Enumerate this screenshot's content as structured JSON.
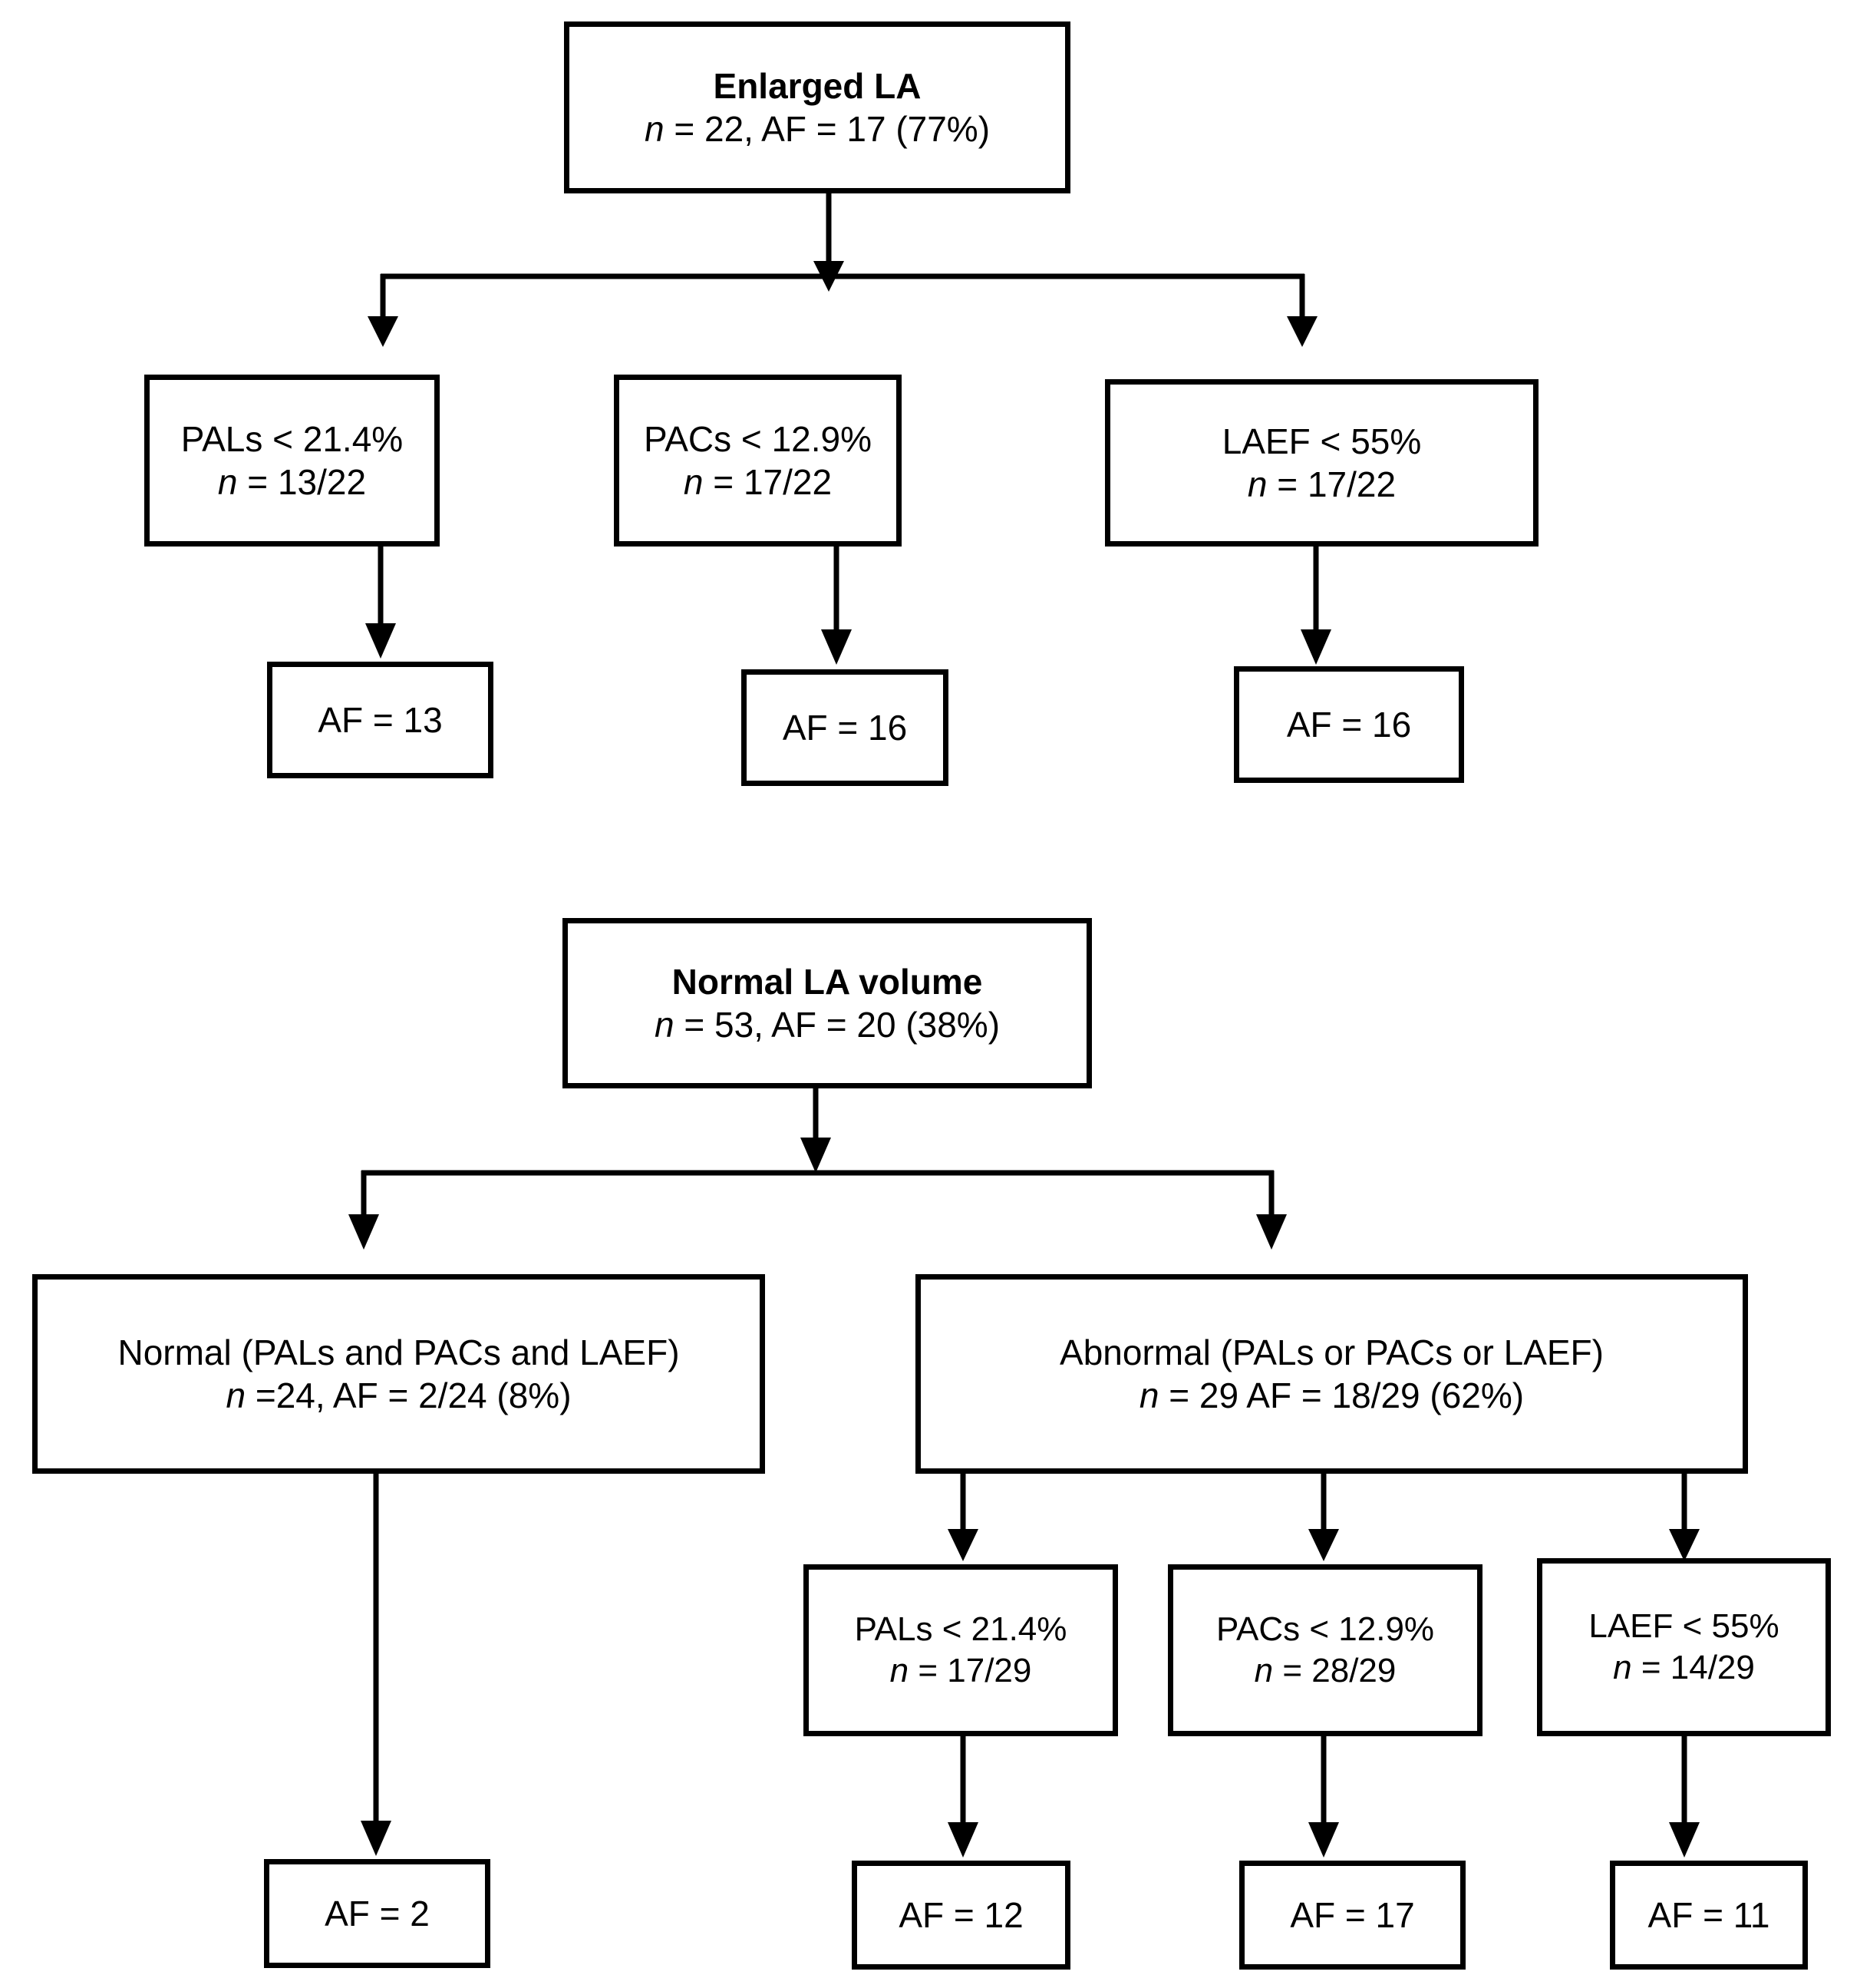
{
  "figure": {
    "type": "flowchart",
    "title": "",
    "background_color": "#ffffff",
    "line_color": "#000000",
    "text_color": "#000000"
  },
  "sections": [
    {
      "id": "enlarged-la",
      "root": {
        "name": "enlarged-la-root",
        "line1": "Enlarged LA",
        "line2_prefix": "n",
        "line2_rest": " = 22, AF = 17 (77%)"
      },
      "criteria": [
        {
          "name": "pals-enlarged",
          "line1": "PALs < 21.4%",
          "line2_prefix": "n",
          "line2_rest": " = 13/22",
          "outcome": "AF = 13",
          "outcome_name": "af-13"
        },
        {
          "name": "pacs-enlarged",
          "line1": "PACs < 12.9%",
          "line2_prefix": "n",
          "line2_rest": " = 17/22",
          "outcome": "AF = 16",
          "outcome_name": "af-16-pacs"
        },
        {
          "name": "laef-enlarged",
          "line1": "LAEF < 55%",
          "line2_prefix": "n",
          "line2_rest": " = 17/22",
          "outcome": "AF = 16",
          "outcome_name": "af-16-laef"
        }
      ]
    },
    {
      "id": "normal-la-volume",
      "root": {
        "name": "normal-la-root",
        "line1": "Normal LA volume",
        "line2_prefix": "n",
        "line2_rest": " = 53, AF = 20 (38%)"
      },
      "branches": [
        {
          "name": "normal-branch",
          "line1": "Normal (PALs and PACs and LAEF)",
          "line2_prefix": "n",
          "line2_rest": " =24, AF = 2/24 (8%)",
          "outcome": "AF = 2",
          "outcome_name": "af-2"
        },
        {
          "name": "abnormal-branch",
          "line1": "Abnormal (PALs or PACs or LAEF)",
          "line2_prefix": "n",
          "line2_rest": " = 29 AF = 18/29 (62%)"
        }
      ],
      "abnormal_criteria": [
        {
          "name": "pals-abnormal",
          "line1": "PALs < 21.4%",
          "line2_prefix": "n",
          "line2_rest": " = 17/29",
          "outcome": "AF = 12",
          "outcome_name": "af-12"
        },
        {
          "name": "pacs-abnormal",
          "line1": "PACs < 12.9%",
          "line2_prefix": "n",
          "line2_rest": " = 28/29",
          "outcome": "AF = 17",
          "outcome_name": "af-17"
        },
        {
          "name": "laef-abnormal",
          "line1": "LAEF < 55%",
          "line2_prefix": "n",
          "line2_rest": " = 14/29",
          "outcome": "AF = 11",
          "outcome_name": "af-11"
        }
      ]
    }
  ]
}
